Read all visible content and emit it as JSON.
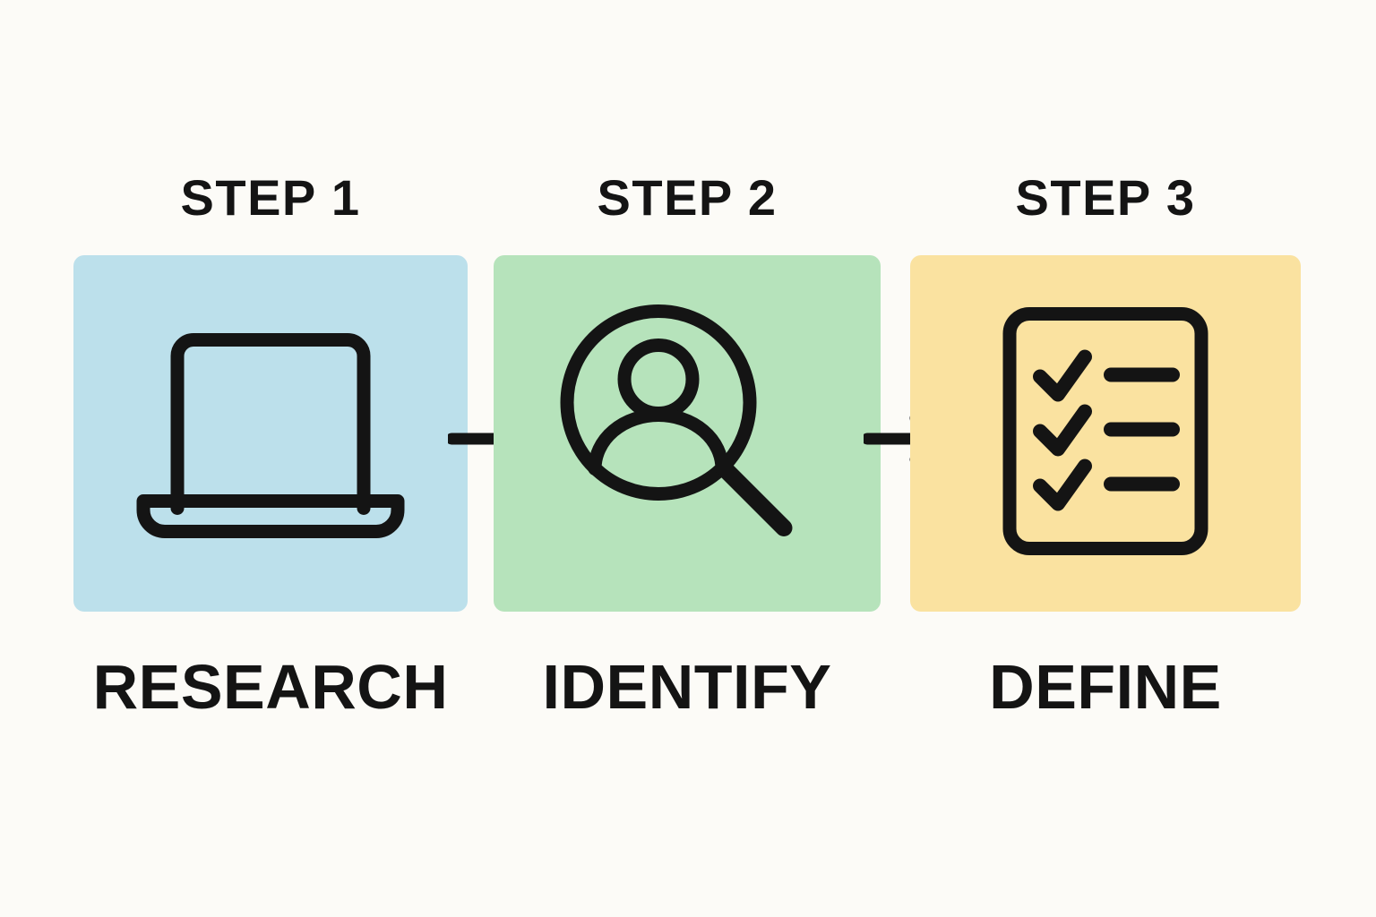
{
  "background_color": "#FCFBF7",
  "ink_color": "#141414",
  "diagram": {
    "type": "process-flow",
    "orientation": "horizontal",
    "step_count": 3,
    "steps": [
      {
        "header": "STEP 1",
        "label": "RESEARCH",
        "panel_color": "#BCE0EB",
        "icon": "laptop-icon"
      },
      {
        "header": "STEP 2",
        "label": "IDENTIFY",
        "panel_color": "#B6E3BB",
        "icon": "person-magnifier-icon"
      },
      {
        "header": "STEP 3",
        "label": "DEFINE",
        "panel_color": "#FAE2A0",
        "icon": "checklist-icon"
      }
    ],
    "connectors": [
      {
        "icon": "arrow-right-icon",
        "from": "STEP 1",
        "to": "STEP 2"
      },
      {
        "icon": "arrow-right-icon",
        "from": "STEP 2",
        "to": "STEP 3"
      }
    ]
  }
}
